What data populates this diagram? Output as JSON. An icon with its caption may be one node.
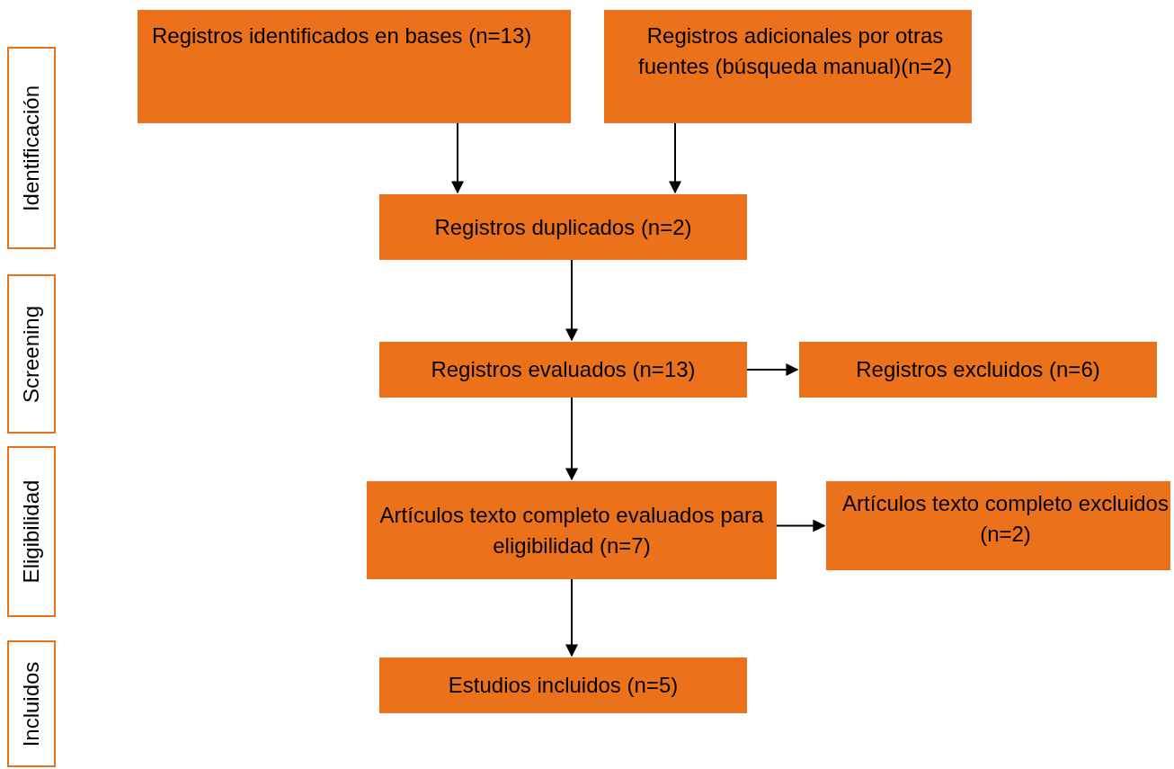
{
  "diagram": {
    "nodes": [
      {
        "text": [
          "Identificación"
        ]
      },
      {
        "text": [
          "Screening"
        ]
      },
      {
        "text": [
          "Eligibilidad"
        ]
      },
      {
        "text": [
          "Incluidos"
        ]
      },
      {
        "text": [
          "Registros identificados en bases (n=13)"
        ]
      },
      {
        "text": [
          "Registros adicionales por otras fuentes (búsqueda manual)(n=2)"
        ]
      },
      {
        "text": [
          "Registros duplicados (n=2)"
        ]
      },
      {
        "text": [
          "Registros evaluados (n=13)"
        ]
      },
      {
        "text": [
          "Registros excluidos (n=6)"
        ]
      },
      {
        "text": [
          "Artículos texto completo evaluados para eligibilidad (n=7)"
        ]
      },
      {
        "text": [
          "Artículos texto completo excluidos (n=2)"
        ]
      },
      {
        "text": [
          "Estudios incluidos (n=5)"
        ]
      }
    ],
    "edges": [
      {
        "from": 4,
        "to": 6,
        "arrow": "to"
      },
      {
        "from": 5,
        "to": 6,
        "arrow": "to"
      },
      {
        "from": 6,
        "to": 7,
        "arrow": "to"
      },
      {
        "from": 7,
        "to": 8,
        "arrow": "to"
      },
      {
        "from": 7,
        "to": 9,
        "arrow": "to"
      },
      {
        "from": 9,
        "to": 10,
        "arrow": "to"
      },
      {
        "from": 9,
        "to": 11,
        "arrow": "to"
      }
    ]
  }
}
